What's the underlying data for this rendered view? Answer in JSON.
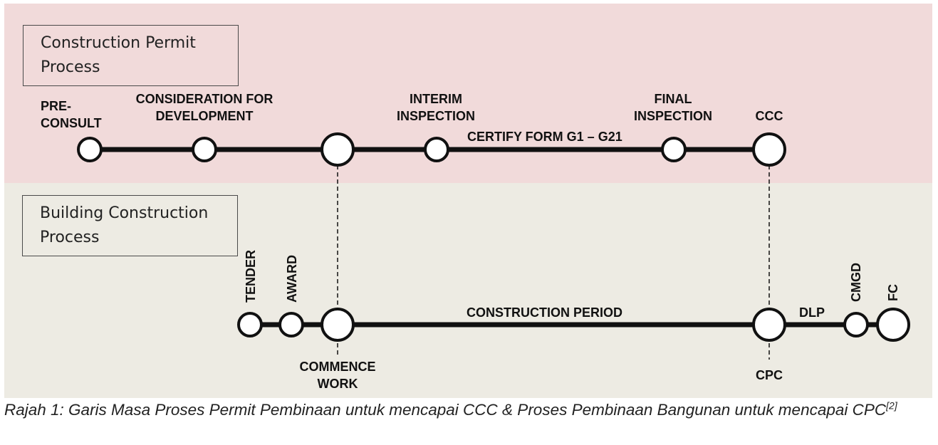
{
  "permit_section": {
    "title_line1": "Construction Permit",
    "title_line2": "Process"
  },
  "construction_section": {
    "title_line1": "Building Construction",
    "title_line2": "Process"
  },
  "permit_labels": {
    "pre_consult_1": "PRE-",
    "pre_consult_2": "CONSULT",
    "consideration_1": "CONSIDERATION FOR",
    "consideration_2": "DEVELOPMENT",
    "interim_1": "INTERIM",
    "interim_2": "INSPECTION",
    "certify": "CERTIFY FORM G1 – G21",
    "final_1": "FINAL",
    "final_2": "INSPECTION",
    "ccc": "CCC"
  },
  "construction_labels": {
    "tender": "TENDER",
    "award": "AWARD",
    "period": "CONSTRUCTION PERIOD",
    "dlp": "DLP",
    "cmgd": "CMGD",
    "fc": "FC",
    "commence_1": "COMMENCE",
    "commence_2": "WORK",
    "cpc": "CPC"
  },
  "caption": {
    "text": "Rajah 1: Garis Masa Proses Permit Pembinaan untuk mencapai CCC & Proses Pembinaan Bangunan untuk mencapai CPC",
    "ref": "[2]"
  },
  "colors": {
    "permit_band": "#f1dada",
    "construction_band": "#edebe3",
    "line": "#111111",
    "node_fill": "#ffffff"
  }
}
